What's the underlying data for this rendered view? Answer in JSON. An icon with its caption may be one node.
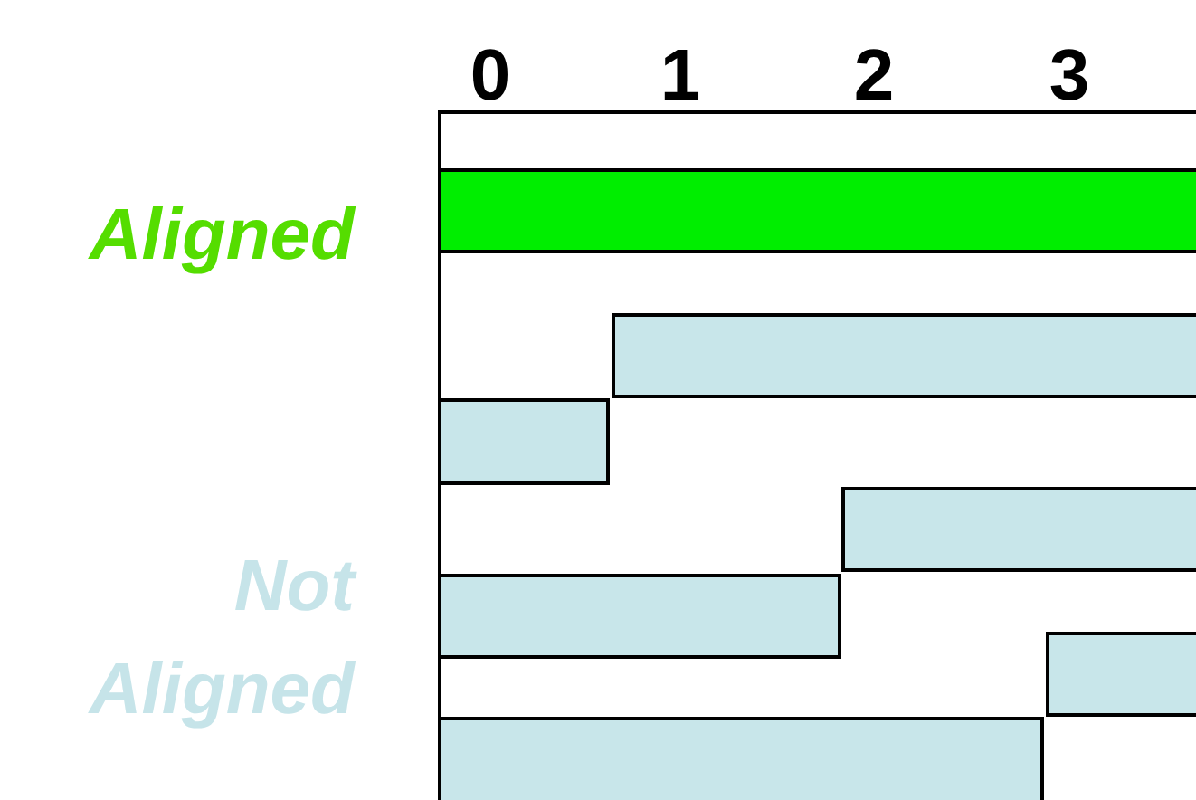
{
  "diagram": {
    "labels": [
      "0",
      "1",
      "2",
      "3",
      "Aligned",
      "Not Aligned"
    ]
  }
}
